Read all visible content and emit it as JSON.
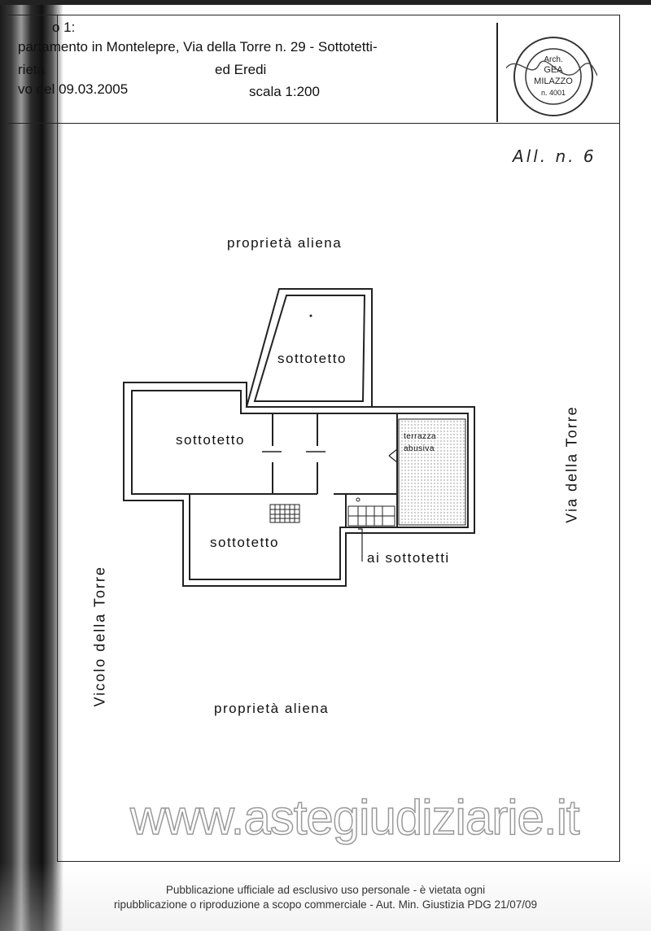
{
  "header": {
    "line1": "o 1:",
    "line2": "partamento in Montelepre, Via della Torre n. 29  - Sottotetti-",
    "line3_left": "rietà",
    "line3_right": "ed Eredi",
    "line4_left": "vo del 09.03.2005",
    "line4_right": "scala 1:200"
  },
  "stamp": {
    "title": "Arch.",
    "name": "GEA",
    "surname": "MILAZZO",
    "number": "n. 4001"
  },
  "attachment": "All. n. 6",
  "plan": {
    "north_label": "proprietà aliena",
    "south_label": "proprietà aliena",
    "room_top": "sottotetto",
    "room_left": "sottotetto",
    "room_bottom": "sottotetto",
    "terrace_line1": "terrazza",
    "terrace_line2": "abusiva",
    "stairs_label": "ai sottotetti",
    "street_right": "Via della Torre",
    "street_left": "Vicolo della Torre"
  },
  "watermark": "www.astegiudiziarie.it",
  "footer": {
    "line1": "Pubblicazione ufficiale ad esclusivo uso personale - è vietata ogni",
    "line2": "ripubblicazione o riproduzione a scopo commerciale - Aut. Min. Giustizia PDG 21/07/09"
  }
}
